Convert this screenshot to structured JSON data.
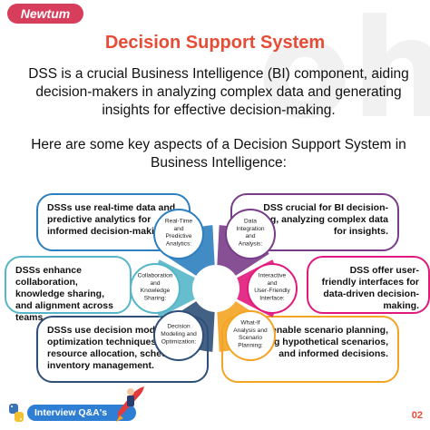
{
  "logo": {
    "text": "Newtum",
    "color": "#d63e5c"
  },
  "title": "Decision Support System",
  "intro": "DSS is a crucial Business Intelligence (BI) component, aiding decision-makers in analyzing complex data and generating insights for effective decision-making.",
  "aspects_heading": "Here are some key aspects of a Decision Support System in Business Intelligence:",
  "segments": [
    {
      "label": "Real-Time and Predictive Analytics:",
      "card": "DSSs use real-time data and predictive analytics for informed decision-making.",
      "color": "#2e7fc0"
    },
    {
      "label": "Collaboration and Knowledge Sharing:",
      "card": "DSSs enhance collaboration, knowledge sharing, and alignment across teams.",
      "color": "#55b6c9"
    },
    {
      "label": "Decision Modeling and Optimization:",
      "card": "DSSs use decision modeling and optimization techniques for resource allocation, scheduling, inventory management.",
      "color": "#2f4f78"
    },
    {
      "label": "What-If Analysis and Scenario Planning:",
      "card": "DSSs enable scenario planning, evaluating hypothetical scenarios, and informed decisions.",
      "color": "#f4a423"
    },
    {
      "label": "Interactive and User-Friendly Interface:",
      "card": "DSS offer user-friendly interfaces for data-driven decision-making.",
      "color": "#e2197c"
    },
    {
      "label": "Data Integration and Analysis:",
      "card": "DSS crucial for BI decision-making, analyzing complex data for insights.",
      "color": "#7a3d8a"
    }
  ],
  "footer": {
    "pill": "Interview Q&A's",
    "page": "02"
  },
  "icons": {
    "python": "python-logo-icon",
    "rocket": "rocket-person-icon"
  },
  "accent": "#e64c36"
}
